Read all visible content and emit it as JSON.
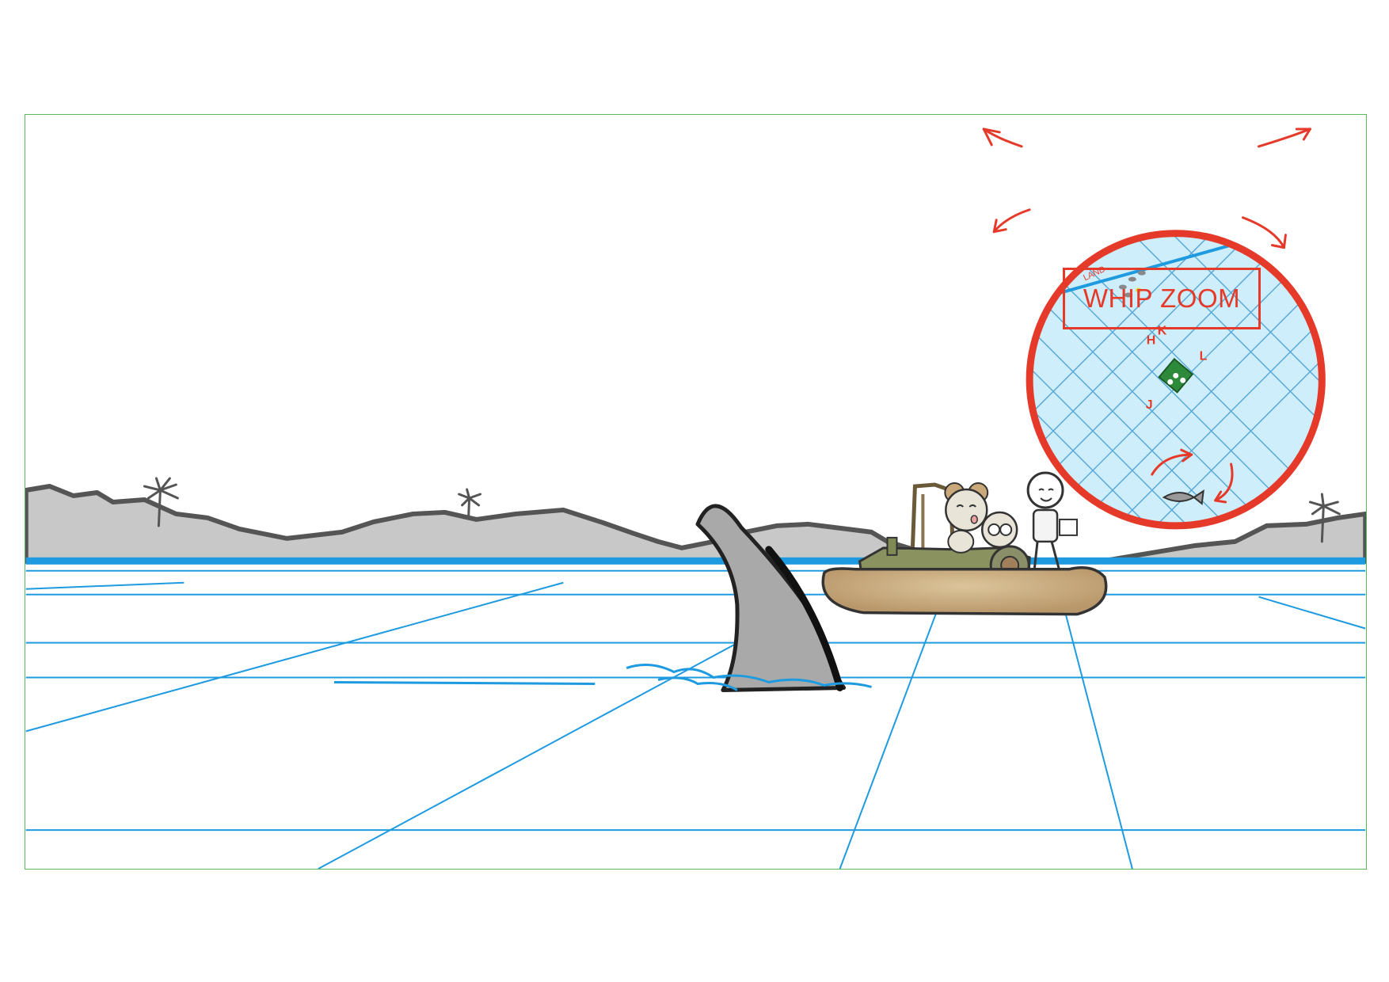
{
  "annotation": {
    "camera_move": "WHIP ZOOM"
  },
  "inset_map": {
    "land_label": "LAND",
    "markers": [
      "H",
      "K",
      "J",
      "L"
    ]
  },
  "colors": {
    "frame_border": "#5cb85c",
    "annotation_red": "#e53a2a",
    "water_grid": "#1e9be0",
    "land_fill": "#c8c8c8",
    "fin_fill": "#a9a9a9",
    "raft_fill": "#c9ac7e",
    "map_water": "#cfeefb",
    "vehicle_green": "#2d8a3a"
  }
}
